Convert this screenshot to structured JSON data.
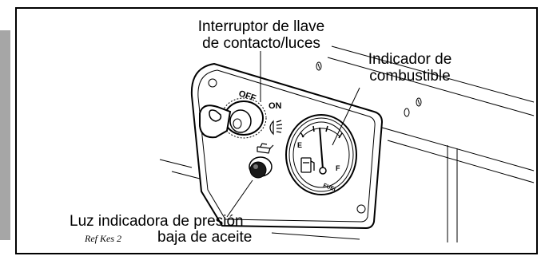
{
  "callouts": {
    "ignition_switch": {
      "line1": "Interruptor de llave",
      "line2": "de contacto/luces"
    },
    "fuel_gauge": {
      "line1": "Indicador de",
      "line2": "combustible"
    },
    "oil_light": {
      "line1": "Luz indicadora de presión",
      "line2": "baja de aceite"
    }
  },
  "reference": "Ref Kes 2",
  "switch_markings": {
    "off": "OFF",
    "on": "ON"
  },
  "gauge_markings": {
    "empty": "E",
    "full": "F",
    "fuel": "FUEL"
  },
  "icons": [
    "headlight-icon",
    "oil-can-icon",
    "fuel-pump-icon"
  ]
}
